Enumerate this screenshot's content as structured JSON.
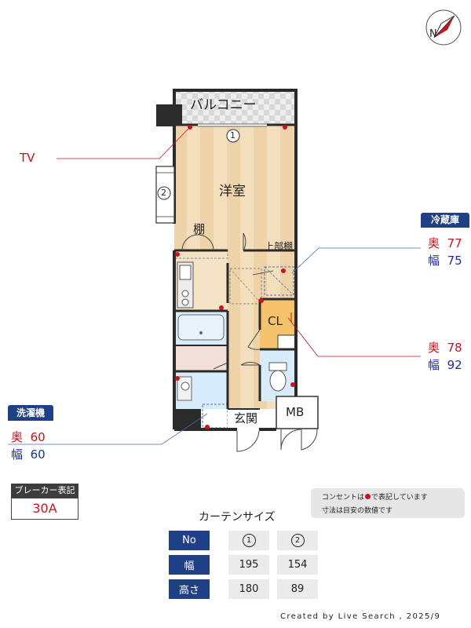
{
  "rooms": {
    "balcony": "バルコニー",
    "western_room": "洋室",
    "shelf": "棚",
    "upper_shelf": "上部棚",
    "closet": "CL",
    "entrance": "玄関",
    "meter_box": "MB"
  },
  "window_marks": [
    "1",
    "2"
  ],
  "callouts": {
    "tv": "TV",
    "fridge": {
      "title": "冷蔵庫",
      "depth_label": "奥",
      "depth": "77",
      "width_label": "幅",
      "width": "75"
    },
    "closet_dim": {
      "depth_label": "奥",
      "depth": "78",
      "width_label": "幅",
      "width": "92"
    },
    "washer": {
      "title": "洗濯機",
      "depth_label": "奥",
      "depth": "60",
      "width_label": "幅",
      "width": "60"
    }
  },
  "breaker": {
    "label": "ブレーカー表記",
    "value": "30A"
  },
  "note": {
    "line1_before": "コンセントは",
    "line1_after": "で表記しています",
    "line2": "寸法は目安の数値です"
  },
  "curtain": {
    "title": "カーテンサイズ",
    "rows": [
      {
        "label": "No",
        "values": [
          "1",
          "2"
        ]
      },
      {
        "label": "幅",
        "values": [
          "195",
          "154"
        ]
      },
      {
        "label": "高さ",
        "values": [
          "180",
          "89"
        ]
      }
    ]
  },
  "credit": "Created by Live Search , 2025/9",
  "colors": {
    "accent_navy": "#1f3f86",
    "outlet_red": "#d0101f",
    "floor_wood": "#f3dcb6",
    "closet": "#f5c46a",
    "wet_area": "#d6ecfa"
  }
}
